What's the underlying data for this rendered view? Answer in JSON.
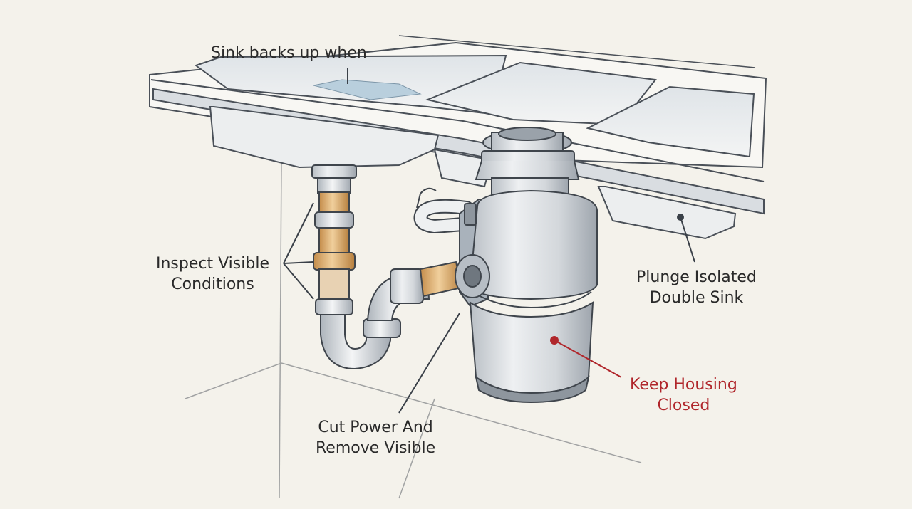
{
  "labels": {
    "sink_backs_up": "Sink backs up when",
    "inspect_line1": "Inspect Visible",
    "inspect_line2": "Conditions",
    "plunge_line1": "Plunge Isolated",
    "plunge_line2": "Double Sink",
    "keep_line1": "Keep Housing",
    "keep_line2": "Closed",
    "cut_line1": "Cut Power And",
    "cut_line2": "Remove Visible"
  },
  "colors": {
    "background": "#f4f2eb",
    "ink": "#3a4048",
    "highlight_red": "#b0262b",
    "pipe_brass": "#d9a868",
    "water_blue": "#b9cfdd",
    "steel": "#c9ced3"
  }
}
